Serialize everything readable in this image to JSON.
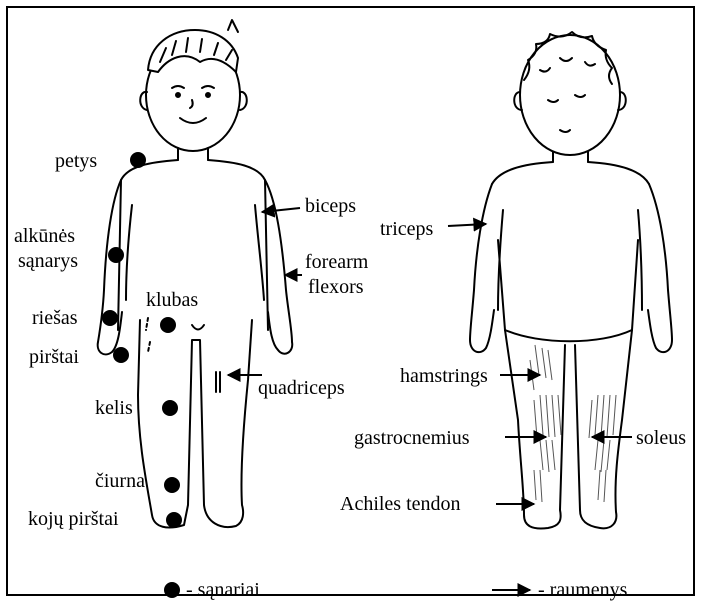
{
  "joints_label": "- sąnariai",
  "muscles_label": "- raumenys",
  "joint_labels": {
    "shoulder": "petys",
    "elbow_line1": "alkūnės",
    "elbow_line2": "sąnarys",
    "wrist": "riešas",
    "fingers": "pirštai",
    "hip": "klubas",
    "knee": "kelis",
    "ankle": "čiurna",
    "toes": "kojų pirštai"
  },
  "muscle_labels": {
    "biceps": "biceps",
    "forearm_line1": "forearm",
    "forearm_line2": "flexors",
    "quadriceps": "quadriceps",
    "triceps": "triceps",
    "hamstrings": "hamstrings",
    "gastrocnemius": "gastrocnemius",
    "soleus": "soleus",
    "achilles": "Achiles tendon"
  }
}
